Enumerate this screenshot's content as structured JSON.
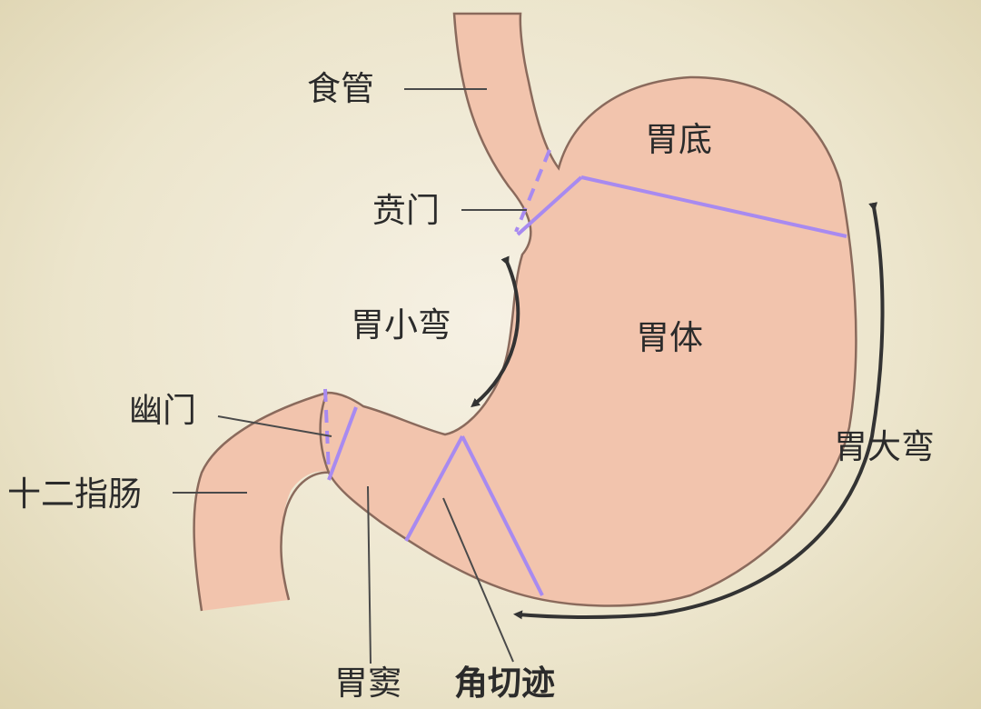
{
  "labels": {
    "esophagus": "食管",
    "cardia": "贲门",
    "fundus": "胃底",
    "lesser_curvature": "胃小弯",
    "body": "胃体",
    "pylorus": "幽门",
    "duodenum": "十二指肠",
    "greater_curvature": "胃大弯",
    "antrum": "胃窦",
    "angular_notch": "角切迹"
  },
  "colors": {
    "stomach_fill": "#f2c4ad",
    "outline": "#8a6a5c",
    "divider": "#a88af0",
    "pointer": "#4a4a4a",
    "text": "#2b2b2b"
  }
}
